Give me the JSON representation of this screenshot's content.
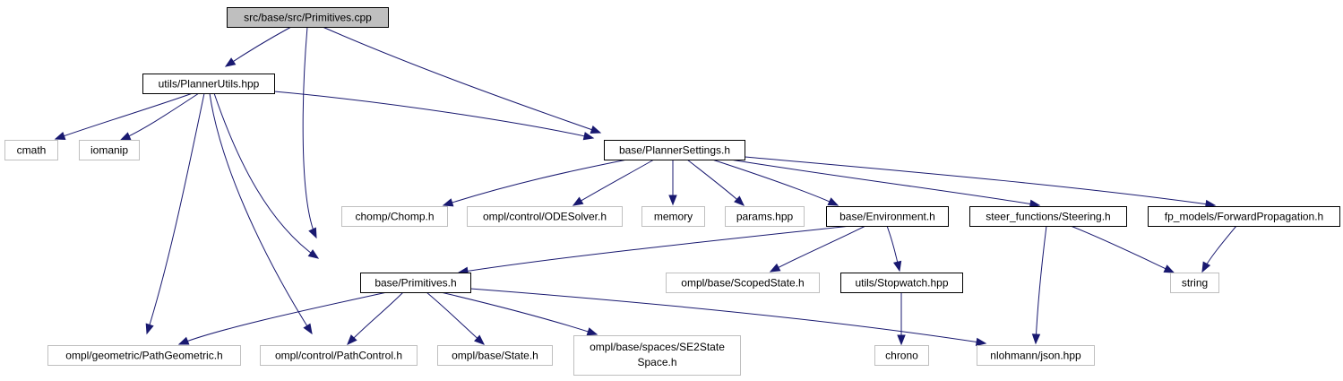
{
  "colors": {
    "root_fill": "#bfbfbf",
    "node_fill": "#ffffff",
    "defined_border": "#000000",
    "external_border": "#bfbfbf",
    "edge": "#191970"
  },
  "nodes": [
    {
      "id": "primitives_cpp",
      "label": "src/base/src/Primitives.cpp",
      "kind": "root"
    },
    {
      "id": "planner_utils",
      "label": "utils/PlannerUtils.hpp",
      "kind": "defined"
    },
    {
      "id": "cmath",
      "label": "cmath",
      "kind": "external"
    },
    {
      "id": "iomanip",
      "label": "iomanip",
      "kind": "external"
    },
    {
      "id": "planner_settings",
      "label": "base/PlannerSettings.h",
      "kind": "defined"
    },
    {
      "id": "chomp",
      "label": "chomp/Chomp.h",
      "kind": "external"
    },
    {
      "id": "odesolver",
      "label": "ompl/control/ODESolver.h",
      "kind": "external"
    },
    {
      "id": "memory",
      "label": "memory",
      "kind": "external"
    },
    {
      "id": "params",
      "label": "params.hpp",
      "kind": "external"
    },
    {
      "id": "environment",
      "label": "base/Environment.h",
      "kind": "defined"
    },
    {
      "id": "steering",
      "label": "steer_functions/Steering.h",
      "kind": "defined"
    },
    {
      "id": "forward_prop",
      "label": "fp_models/ForwardPropagation.h",
      "kind": "defined"
    },
    {
      "id": "primitives_h",
      "label": "base/Primitives.h",
      "kind": "defined"
    },
    {
      "id": "scoped_state",
      "label": "ompl/base/ScopedState.h",
      "kind": "external"
    },
    {
      "id": "stopwatch",
      "label": "utils/Stopwatch.hpp",
      "kind": "defined"
    },
    {
      "id": "string",
      "label": "string",
      "kind": "external"
    },
    {
      "id": "path_geometric",
      "label": "ompl/geometric/PathGeometric.h",
      "kind": "external"
    },
    {
      "id": "path_control",
      "label": "ompl/control/PathControl.h",
      "kind": "external"
    },
    {
      "id": "state",
      "label": "ompl/base/State.h",
      "kind": "external"
    },
    {
      "id": "se2",
      "label": "ompl/base/spaces/SE2State",
      "label2": "Space.h",
      "kind": "external"
    },
    {
      "id": "chrono",
      "label": "chrono",
      "kind": "external"
    },
    {
      "id": "json",
      "label": "nlohmann/json.hpp",
      "kind": "external"
    }
  ],
  "edges": [
    [
      "primitives_cpp",
      "planner_utils"
    ],
    [
      "primitives_cpp",
      "primitives_h"
    ],
    [
      "primitives_cpp",
      "planner_settings"
    ],
    [
      "planner_utils",
      "cmath"
    ],
    [
      "planner_utils",
      "iomanip"
    ],
    [
      "planner_utils",
      "planner_settings"
    ],
    [
      "planner_utils",
      "path_geometric"
    ],
    [
      "planner_utils",
      "path_control"
    ],
    [
      "planner_utils",
      "primitives_h"
    ],
    [
      "planner_settings",
      "chomp"
    ],
    [
      "planner_settings",
      "odesolver"
    ],
    [
      "planner_settings",
      "memory"
    ],
    [
      "planner_settings",
      "params"
    ],
    [
      "planner_settings",
      "environment"
    ],
    [
      "planner_settings",
      "steering"
    ],
    [
      "planner_settings",
      "forward_prop"
    ],
    [
      "environment",
      "primitives_h"
    ],
    [
      "environment",
      "scoped_state"
    ],
    [
      "environment",
      "stopwatch"
    ],
    [
      "steering",
      "string"
    ],
    [
      "steering",
      "json"
    ],
    [
      "forward_prop",
      "string"
    ],
    [
      "primitives_h",
      "path_geometric"
    ],
    [
      "primitives_h",
      "path_control"
    ],
    [
      "primitives_h",
      "state"
    ],
    [
      "primitives_h",
      "se2"
    ],
    [
      "primitives_h",
      "json"
    ],
    [
      "stopwatch",
      "chrono"
    ]
  ]
}
